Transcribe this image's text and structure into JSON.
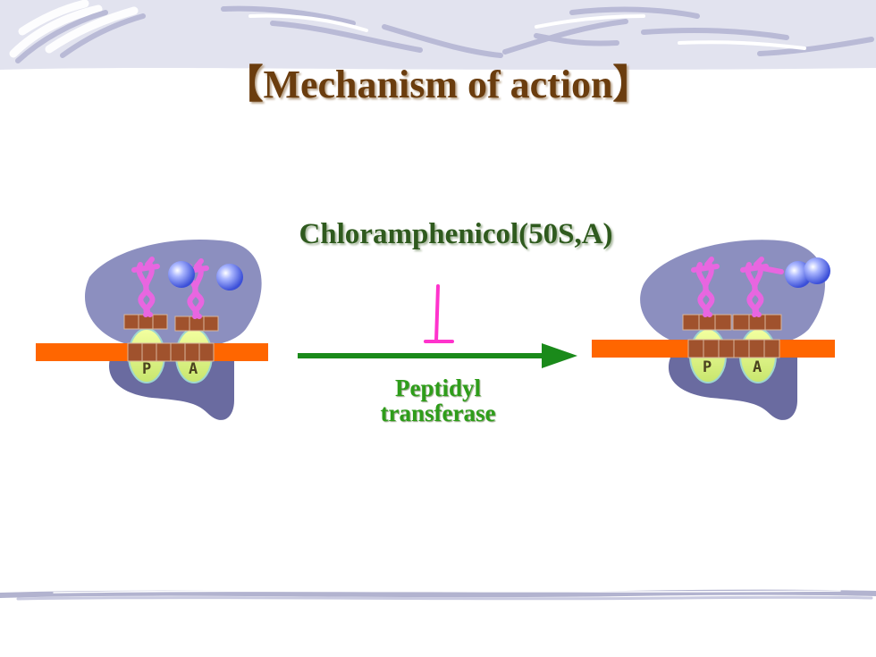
{
  "slide": {
    "title": "【Mechanism of action】",
    "drug_label": "Chloramphenicol(50S,A)",
    "enzyme_label_line1": "Peptidyl",
    "enzyme_label_line2": "transferase"
  },
  "ribosome_before": {
    "site_p": "P",
    "site_a": "A"
  },
  "ribosome_after": {
    "site_p": "P",
    "site_a": "A"
  },
  "colors": {
    "title": "#6b3d0e",
    "drug_label": "#2f5a1e",
    "enzyme_label": "#2e9d1a",
    "inhibition_symbol": "#ff33cc",
    "arrow": "#1a8a1a",
    "mrna": "#ff6600",
    "codon": "#a0522d",
    "trna": "#e866e0",
    "large_subunit": "#8c8fbf",
    "small_subunit": "#6a6ba0",
    "site": "#dff28a",
    "amino_acid": "#5a6ef0"
  }
}
